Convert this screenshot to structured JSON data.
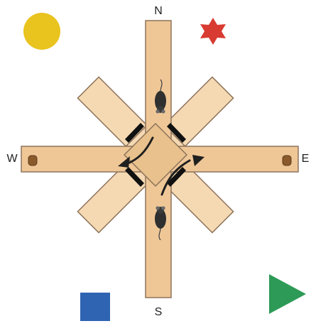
{
  "compass": {
    "north": "N",
    "south": "S",
    "west": "W",
    "east": "E"
  },
  "colors": {
    "arm_light": "#F5D9B3",
    "arm_main": "#EFC797",
    "center": "#E9C18D",
    "outline": "#8D735A",
    "barrier": "#111111",
    "food": "#8A5A2B",
    "mouse": "#2F2F2F",
    "arrow": "#1F1F1F",
    "sun": "#E9C31E",
    "star": "#D83B31",
    "square": "#2F64B2",
    "triangle": "#2E9A57"
  },
  "icons": {
    "top_left": "sun-icon",
    "top_right": "star-icon",
    "bottom_left": "square-icon",
    "bottom_right": "triangle-icon",
    "reward": "food-pellet-icon",
    "animal": "mouse-icon"
  }
}
